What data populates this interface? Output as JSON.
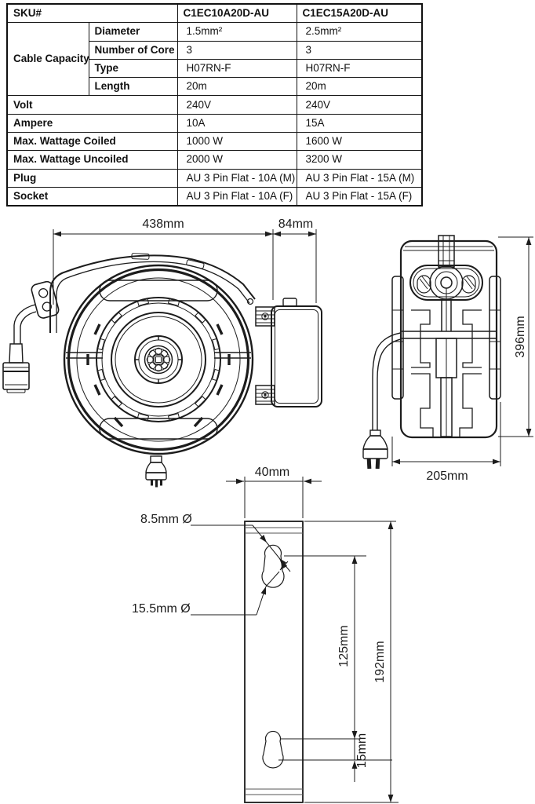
{
  "table": {
    "header": {
      "sku_label": "SKU#",
      "sku1": "C1EC10A20D-AU",
      "sku2": "C1EC15A20D-AU"
    },
    "cable_capacity_label": "Cable Capacity",
    "cable_rows": [
      {
        "label": "Diameter",
        "v1": "1.5mm²",
        "v2": "2.5mm²"
      },
      {
        "label": "Number of Core",
        "v1": "3",
        "v2": "3"
      },
      {
        "label": "Type",
        "v1": "H07RN-F",
        "v2": "H07RN-F"
      },
      {
        "label": "Length",
        "v1": "20m",
        "v2": "20m"
      }
    ],
    "spec_rows": [
      {
        "label": "Volt",
        "v1": "240V",
        "v2": "240V"
      },
      {
        "label": "Ampere",
        "v1": "10A",
        "v2": "15A"
      },
      {
        "label": "Max. Wattage Coiled",
        "v1": "1000 W",
        "v2": "1600 W"
      },
      {
        "label": "Max. Wattage Uncoiled",
        "v1": "2000 W",
        "v2": "3200 W"
      },
      {
        "label": "Plug",
        "v1": "AU 3 Pin Flat - 10A (M)",
        "v2": "AU 3 Pin Flat - 15A (M)"
      },
      {
        "label": "Socket",
        "v1": "AU 3 Pin Flat - 10A (F)",
        "v2": "AU 3 Pin Flat - 15A (F)"
      }
    ]
  },
  "dimensions": {
    "front_view": {
      "overall_width": "438mm",
      "bracket_depth": "84mm"
    },
    "side_view": {
      "overall_height": "396mm",
      "overall_depth": "205mm"
    },
    "bracket_view": {
      "plate_width": "40mm",
      "top_hole_diameter": "8.5mm Ø",
      "keyhole_diameter": "15.5mm Ø",
      "hole_spacing": "125mm",
      "plate_height": "192mm",
      "keyhole_offset": "15mm"
    }
  },
  "colors": {
    "line": "#1c1c1c",
    "background": "#ffffff"
  }
}
